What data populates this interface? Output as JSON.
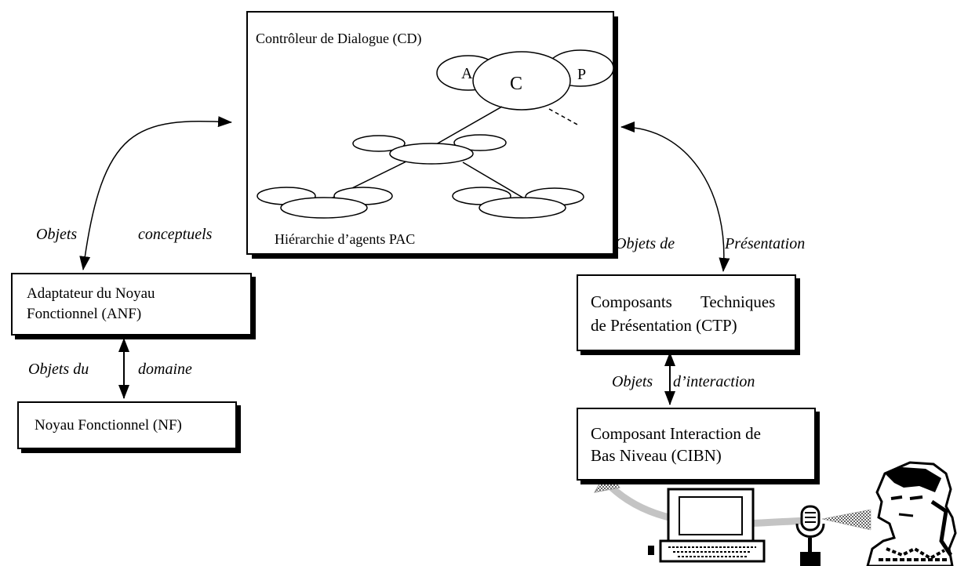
{
  "cd": {
    "title": "Contrôleur de Dialogue (CD)",
    "agent_a": "A",
    "agent_c": "C",
    "agent_p": "P",
    "hierarchy": "Hiérarchie d’agents PAC"
  },
  "anf": {
    "line1": "Adaptateur du Noyau",
    "line2": "Fonctionnel (ANF)"
  },
  "nf": {
    "label": "Noyau Fonctionnel (NF)"
  },
  "ctp": {
    "line1_a": "Composants",
    "line1_b": "Techniques",
    "line2": "de Présentation (CTP)"
  },
  "cibn": {
    "line1": "Composant Interaction de",
    "line2": "Bas Niveau (CIBN)"
  },
  "arrows": {
    "conceptuels_a": "Objets",
    "conceptuels_b": "conceptuels",
    "domaine_a": "Objets du",
    "domaine_b": "domaine",
    "presentation_a": "Objets de",
    "presentation_b": "Présentation",
    "interaction_a": "Objets",
    "interaction_b": "d’interaction"
  },
  "icons": {
    "computer": "computer-icon",
    "microphone": "microphone-icon",
    "user": "user-icon"
  }
}
